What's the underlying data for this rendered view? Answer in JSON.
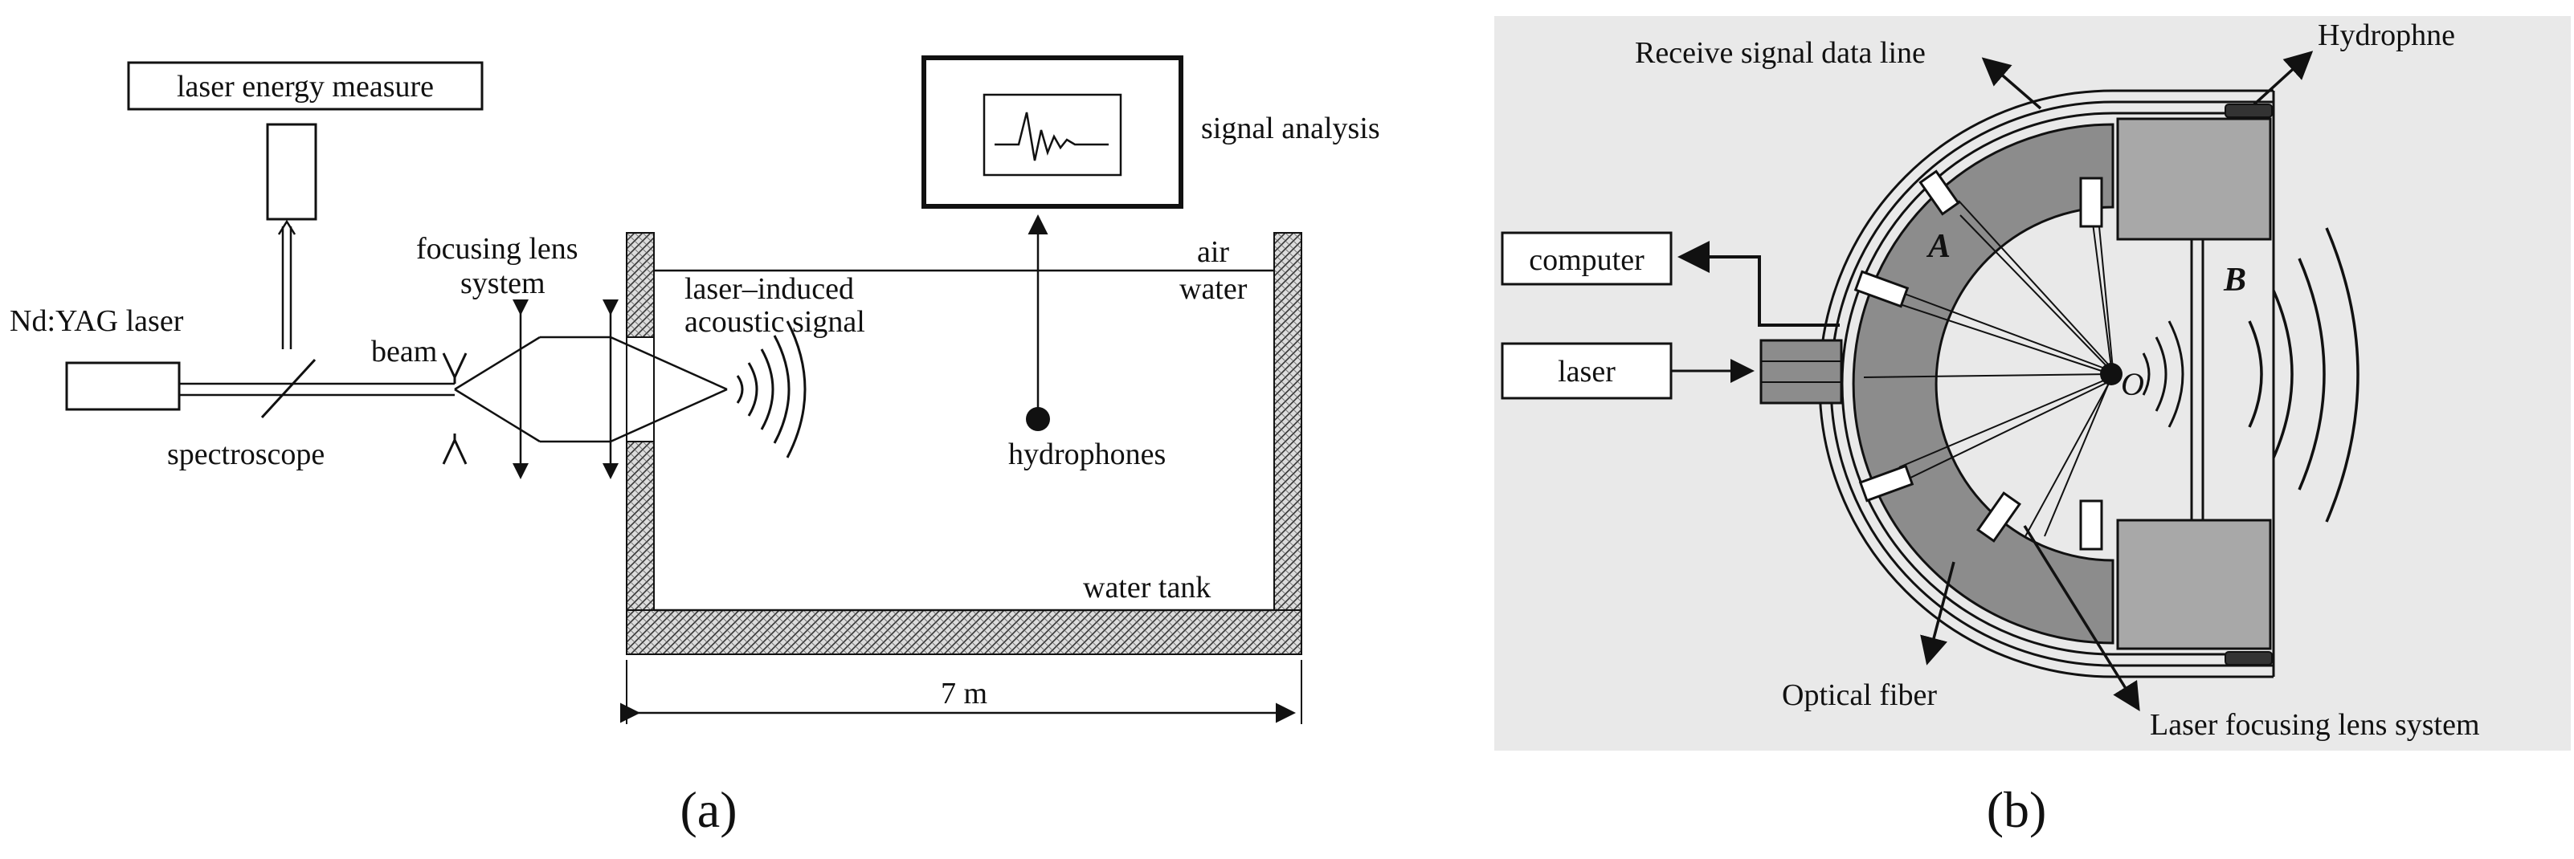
{
  "panel_a": {
    "caption": "(a)",
    "labels": {
      "laser_energy_measure": "laser energy measure",
      "signal_analysis": "signal analysis",
      "focusing_lens_line1": "focusing lens",
      "focusing_lens_line2": "system",
      "nd_yag_laser": "Nd:YAG laser",
      "beam": "beam",
      "spectroscope": "spectroscope",
      "laser_induced_line1": "laser–induced",
      "laser_induced_line2": "acoustic signal",
      "air": "air",
      "water": "water",
      "hydrophones": "hydrophones",
      "water_tank": "water tank",
      "tank_length": "7 m"
    }
  },
  "panel_b": {
    "caption": "(b)",
    "labels": {
      "receive_signal_data_line": "Receive signal data line",
      "hydrophne": "Hydrophne",
      "computer": "computer",
      "laser": "laser",
      "point_a": "A",
      "point_b": "B",
      "point_o": "O",
      "optical_fiber": "Optical fiber",
      "laser_focusing_lens_system": "Laser focusing lens system"
    }
  }
}
